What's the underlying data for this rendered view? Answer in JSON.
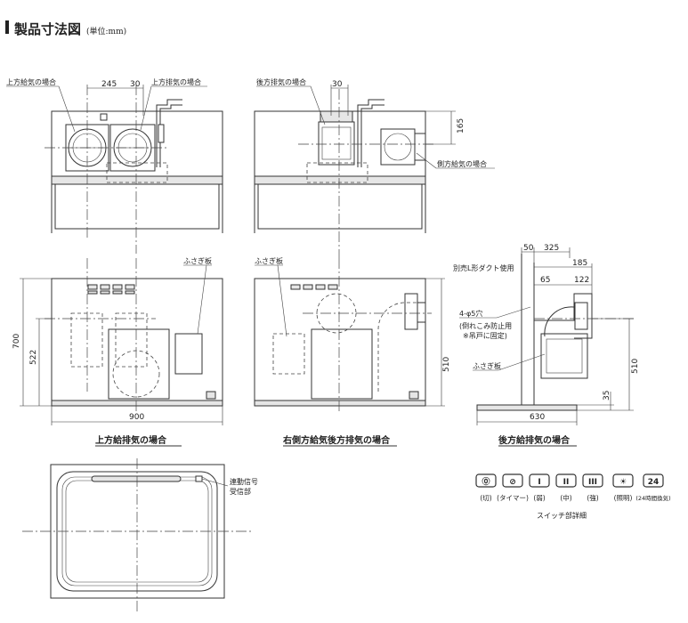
{
  "heading": {
    "title": "製品寸法図",
    "unit": "(単位:mm)"
  },
  "top_left_view": {
    "label_intake": "上方給気の場合",
    "label_exhaust": "上方排気の場合",
    "dim_245": "245",
    "dim_30": "30"
  },
  "top_right_view": {
    "label_exhaust": "後方排気の場合",
    "label_side_intake": "側方給気の場合",
    "dim_30": "30",
    "dim_165": "165"
  },
  "front_left_view": {
    "label_cover": "ふさぎ板",
    "dim_700": "700",
    "dim_522": "522",
    "dim_900": "900",
    "caption": "上方給排気の場合"
  },
  "front_mid_view": {
    "label_cover": "ふさぎ板",
    "dim_510": "510",
    "caption": "右側方給気後方排気の場合"
  },
  "side_view": {
    "dim_50": "50",
    "dim_325": "325",
    "dim_185": "185",
    "dim_65": "65",
    "dim_122": "122",
    "label_duct": "別売L形ダクト使用",
    "label_holes": "4-φ5穴",
    "label_prevent_1": "(倒れこみ防止用",
    "label_prevent_2": "※吊戸に固定)",
    "label_cover": "ふさぎ板",
    "dim_510": "510",
    "dim_35": "35",
    "dim_630": "630",
    "caption": "後方給排気の場合"
  },
  "bottom_view": {
    "label_signal_1": "連動信号",
    "label_signal_2": "受信部"
  },
  "switch_panel": {
    "buttons": [
      {
        "icon": "⓪",
        "label": "(切)"
      },
      {
        "icon": "⊘",
        "label": "(タイマー)"
      },
      {
        "icon": "I",
        "label": "(弱)"
      },
      {
        "icon": "II",
        "label": "(中)"
      },
      {
        "icon": "III",
        "label": "(強)"
      },
      {
        "icon": "☀",
        "label": "(照明)"
      },
      {
        "icon": "24",
        "label": "(24時間換気)"
      }
    ],
    "caption": "スイッチ部詳細"
  }
}
